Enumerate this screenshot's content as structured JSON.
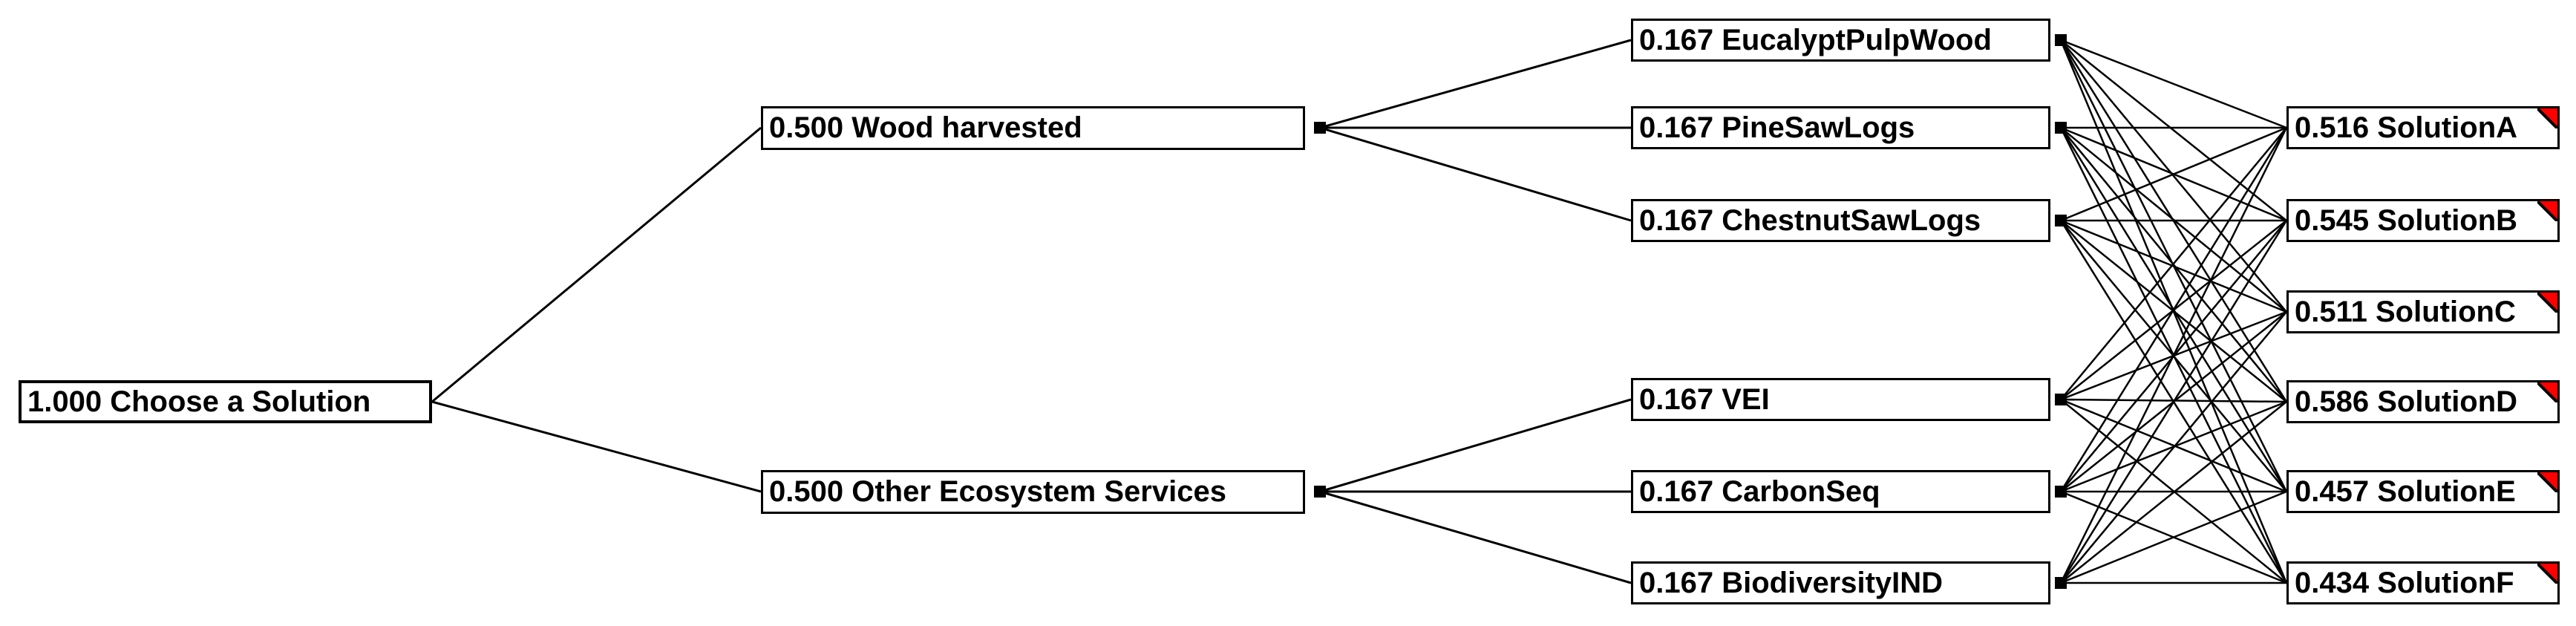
{
  "app": {
    "view": "decision-hierarchy-diagram"
  },
  "colors": {
    "background": "#ffffff",
    "box_fill": "#ffffff",
    "box_border": "#000000",
    "text": "#000000",
    "line": "#000000",
    "junction_square": "#000000",
    "corner_flag": "#ff0000"
  },
  "nodes": {
    "root": {
      "text": "1.000 Choose a Solution"
    },
    "wood": {
      "text": "0.500 Wood harvested"
    },
    "other": {
      "text": "0.500 Other Ecosystem Services"
    },
    "euc": {
      "text": "0.167 EucalyptPulpWood"
    },
    "pine": {
      "text": "0.167 PineSawLogs"
    },
    "chestnut": {
      "text": "0.167 ChestnutSawLogs"
    },
    "vei": {
      "text": "0.167 VEI"
    },
    "carbon": {
      "text": "0.167 CarbonSeq"
    },
    "bio": {
      "text": "0.167 BiodiversityIND"
    },
    "solutionA": {
      "text": "0.516 SolutionA"
    },
    "solutionB": {
      "text": "0.545 SolutionB"
    },
    "solutionC": {
      "text": "0.511 SolutionC"
    },
    "solutionD": {
      "text": "0.586 SolutionD"
    },
    "solutionE": {
      "text": "0.457 SolutionE"
    },
    "solutionF": {
      "text": "0.434 SolutionF"
    }
  },
  "hierarchy": {
    "goal": {
      "weight": "1.000",
      "name": "Choose a Solution"
    },
    "criteria_groups": [
      {
        "weight": "0.500",
        "name": "Wood harvested",
        "children": [
          {
            "weight": "0.167",
            "name": "EucalyptPulpWood"
          },
          {
            "weight": "0.167",
            "name": "PineSawLogs"
          },
          {
            "weight": "0.167",
            "name": "ChestnutSawLogs"
          }
        ]
      },
      {
        "weight": "0.500",
        "name": "Other Ecosystem Services",
        "children": [
          {
            "weight": "0.167",
            "name": "VEI"
          },
          {
            "weight": "0.167",
            "name": "CarbonSeq"
          },
          {
            "weight": "0.167",
            "name": "BiodiversityIND"
          }
        ]
      }
    ],
    "alternatives": [
      {
        "name": "SolutionA",
        "score": "0.516"
      },
      {
        "name": "SolutionB",
        "score": "0.545"
      },
      {
        "name": "SolutionC",
        "score": "0.511"
      },
      {
        "name": "SolutionD",
        "score": "0.586"
      },
      {
        "name": "SolutionE",
        "score": "0.457"
      },
      {
        "name": "SolutionF",
        "score": "0.434"
      }
    ]
  }
}
